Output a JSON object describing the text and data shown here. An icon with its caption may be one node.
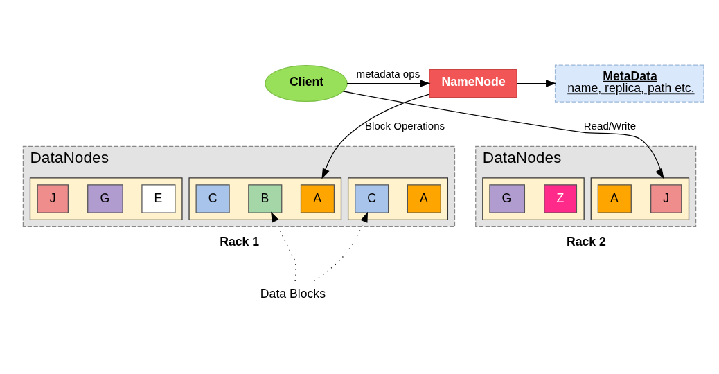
{
  "diagram": {
    "nodes": [
      {
        "text": [
          "MetaData",
          "name, replica, path etc."
        ]
      },
      {
        "text": [
          "NameNode"
        ]
      },
      {
        "text": [
          "Client"
        ]
      },
      {
        "text": [
          "DataNodes"
        ],
        "beside": [
          "Rack 1"
        ]
      },
      {
        "text": [],
        "shape": "box",
        "in": 3
      },
      {
        "text": [
          "A"
        ],
        "in": 4
      },
      {
        "text": [
          "B"
        ],
        "in": 4
      },
      {
        "text": [
          "C"
        ],
        "in": 4
      },
      {
        "text": [],
        "shape": "box",
        "in": 3
      },
      {
        "text": [
          "A"
        ],
        "in": 8
      },
      {
        "text": [
          "C"
        ],
        "in": 8
      },
      {
        "text": [],
        "shape": "box",
        "in": 3
      },
      {
        "text": [
          "E"
        ],
        "in": 11
      },
      {
        "text": [
          "G"
        ],
        "in": 11
      },
      {
        "text": [
          "J"
        ],
        "in": 11
      },
      {
        "text": [
          "DataNodes"
        ],
        "beside": [
          "Rack 2"
        ]
      },
      {
        "text": [],
        "shape": "box",
        "in": 15
      },
      {
        "text": [
          "J"
        ],
        "in": 16
      },
      {
        "text": [
          "A"
        ],
        "in": 16
      },
      {
        "text": [],
        "shape": "box",
        "in": 15
      },
      {
        "text": [
          "Z"
        ],
        "in": 19
      },
      {
        "text": [
          "G"
        ],
        "in": 19
      },
      {
        "text": [
          "Data Blocks"
        ]
      }
    ],
    "edges": [
      {
        "from": 1,
        "to": 0,
        "arrow": "to"
      },
      {
        "from": 2,
        "to": 1,
        "arrow": "to",
        "label": "metadata ops"
      },
      {
        "from": 1,
        "to": 4,
        "arrow": "to",
        "label": "Block Operations"
      },
      {
        "from": 2,
        "to": 16,
        "arrow": "to",
        "label": "Read/Write"
      },
      {
        "from": 22,
        "to": 6,
        "arrow": "to",
        "style": "dashed"
      },
      {
        "from": 22,
        "to": 10,
        "arrow": "to",
        "style": "dashed"
      }
    ]
  }
}
